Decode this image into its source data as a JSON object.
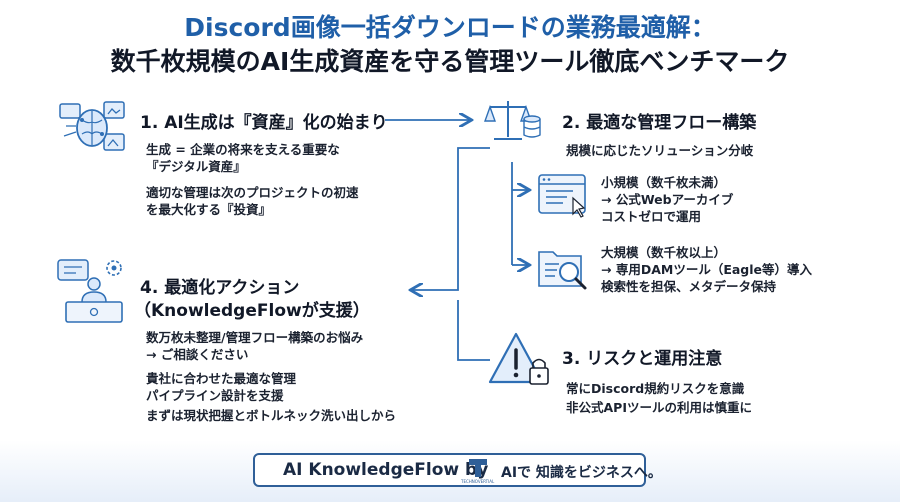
{
  "title": {
    "line1": "Discord画像一括ダウンロードの業務最適解：",
    "line2": "数千枚規模のAI生成資産を守る管理ツール徹底ベンチマーク"
  },
  "sections": {
    "s1": {
      "heading": "1. AI生成は『資産』化の始まり",
      "lines": [
        "生成 = 企業の将来を支える重要な",
        "『デジタル資産』",
        "適切な管理は次のプロジェクトの初速",
        "を最大化する『投資』"
      ],
      "icon": "ai-brain-icon"
    },
    "s2": {
      "heading": "2. 最適な管理フロー構築",
      "subheading": "規模に応じたソリューション分岐",
      "icon": "balance-scale-icon",
      "small": {
        "lines": [
          "小規模（数千枚未満）",
          "→ 公式Webアーカイブ",
          "コストゼロで運用"
        ],
        "icon": "web-browser-icon"
      },
      "large": {
        "lines": [
          "大規模（数千枚以上）",
          "→ 専用DAMツール（Eagle等）導入",
          "検索性を担保、メタデータ保持"
        ],
        "icon": "search-folder-icon"
      }
    },
    "s3": {
      "heading": "3. リスクと運用注意",
      "lines": [
        "常にDiscord規約リスクを意識",
        "非公式APIツールの利用は慎重に"
      ],
      "icon": "warning-lock-icon"
    },
    "s4": {
      "heading": "4. 最適化アクション",
      "heading2": "（KnowledgeFlowが支援）",
      "lines": [
        "数万枚未整理/管理フロー構築のお悩み",
        "→ ご相談ください",
        "貴社に合わせた最適な管理",
        "パイプライン設計を支援",
        "まずは現状把握とボトルネック洗い出しから"
      ],
      "icon": "consultant-desk-icon"
    }
  },
  "footer": {
    "brand": "AI KnowledgeFlow by",
    "logo_text": "TECHNOVERTIAL",
    "tagline": "AIで 知識をビジネスへ。"
  },
  "colors": {
    "accent": "#1f5fa8",
    "line": "#2f6fb5",
    "dark": "#111827"
  }
}
